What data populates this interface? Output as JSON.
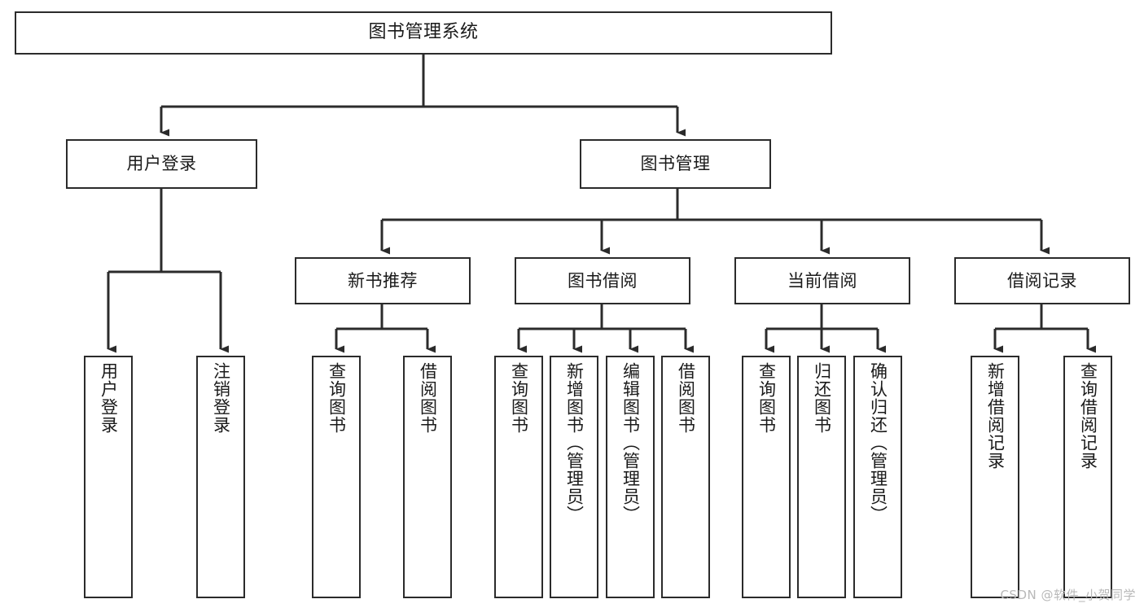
{
  "diagram": {
    "title": "图书管理系统",
    "type": "tree-hierarchy-chart",
    "colors": {
      "box_border": "#2b2b2b",
      "box_fill": "#ffffff",
      "connector": "#2b2b2b",
      "text": "#1a1a1a",
      "watermark": "#b8b8b8",
      "background": "#ffffff"
    },
    "nodes": {
      "root": {
        "label": "图书管理系统"
      },
      "level2": [
        {
          "label": "用户登录"
        },
        {
          "label": "图书管理"
        }
      ],
      "level3": [
        {
          "label": "新书推荐"
        },
        {
          "label": "图书借阅"
        },
        {
          "label": "当前借阅"
        },
        {
          "label": "借阅记录"
        }
      ],
      "leaves_user_login": [
        {
          "label": "用户登录"
        },
        {
          "label": "注销登录"
        }
      ],
      "leaves_new_book": [
        {
          "label": "查询图书"
        },
        {
          "label": "借阅图书"
        }
      ],
      "leaves_borrow": [
        {
          "label": "查询图书"
        },
        {
          "label": "新增图书（管理员）"
        },
        {
          "label": "编辑图书（管理员）"
        },
        {
          "label": "借阅图书"
        }
      ],
      "leaves_current": [
        {
          "label": "查询图书"
        },
        {
          "label": "归还图书"
        },
        {
          "label": "确认归还（管理员）"
        }
      ],
      "leaves_record": [
        {
          "label": "新增借阅记录"
        },
        {
          "label": "查询借阅记录"
        }
      ]
    }
  },
  "watermark": {
    "text": "CSDN @软件_小贺同学"
  }
}
